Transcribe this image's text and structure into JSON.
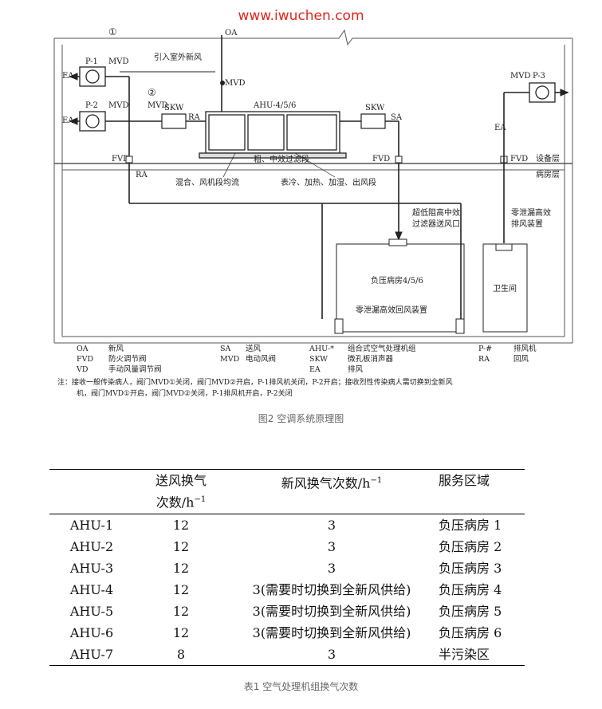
{
  "watermark": "www.iwuchen.com",
  "diagram": {
    "oa": "OA",
    "fresh_air_intake": "引入室外新风",
    "mvd": "MVD",
    "p1": "P-1",
    "p2": "P-2",
    "p3": "P-3",
    "mark1": "①",
    "mark2": "②",
    "ea": "EA",
    "skw": "SKW",
    "ra": "RA",
    "sa": "SA",
    "ahu": "AHU-4/5/6",
    "fvd": "FVD",
    "filter_section": "粗、中效过滤段",
    "mixing_section": "混合、风机段均流",
    "coil_section": "表冷、加热、加湿、出风段",
    "equipment_floor": "设备层",
    "ward_floor": "病房层",
    "hepa_supply_l1": "超低阻高中效",
    "hepa_supply_l2": "过滤器送风口",
    "exhaust_device_l1": "零泄漏高效",
    "exhaust_device_l2": "排风装置",
    "room": "负压病房4/5/6",
    "toilet": "卫生间",
    "return_device": "零泄漏高效回风装置"
  },
  "legend": [
    {
      "code": "OA",
      "text": "新风"
    },
    {
      "code": "FVD",
      "text": "防火调节阀"
    },
    {
      "code": "VD",
      "text": "手动风量调节阀"
    },
    {
      "code": "SA",
      "text": "送风"
    },
    {
      "code": "MVD",
      "text": "电动风阀"
    },
    {
      "code": "AHU-*",
      "text": "组合式空气处理机组"
    },
    {
      "code": "SKW",
      "text": "微孔板消声器"
    },
    {
      "code": "EA",
      "text": "排风"
    },
    {
      "code": "P-#",
      "text": "排风机"
    },
    {
      "code": "RA",
      "text": "回风"
    }
  ],
  "note_line1": "注：接收一般传染病人，阀门MVD①关闭，阀门MVD②开启，P-1排风机关闭，P-2开启；接收烈性传染病人需切换到全新风",
  "note_line2": "机，阀门MVD①开启，阀门MVD②关闭，P-1排风机开启，P-2关闭",
  "figure_caption": "图2  空调系统原理图",
  "table": {
    "headers": [
      "",
      "送风换气",
      "新风换气次数/h",
      "服务区域"
    ],
    "header2": "次数/h",
    "sup": "−1",
    "rows": [
      [
        "AHU-1",
        "12",
        "3",
        "负压病房 1"
      ],
      [
        "AHU-2",
        "12",
        "3",
        "负压病房 2"
      ],
      [
        "AHU-3",
        "12",
        "3",
        "负压病房 3"
      ],
      [
        "AHU-4",
        "12",
        "3(需要时切换到全新风供给)",
        "负压病房 4"
      ],
      [
        "AHU-5",
        "12",
        "3(需要时切换到全新风供给)",
        "负压病房 5"
      ],
      [
        "AHU-6",
        "12",
        "3(需要时切换到全新风供给)",
        "负压病房 6"
      ],
      [
        "AHU-7",
        "8",
        "3",
        "半污染区"
      ]
    ]
  },
  "table_caption": "表1  空气处理机组换气次数"
}
